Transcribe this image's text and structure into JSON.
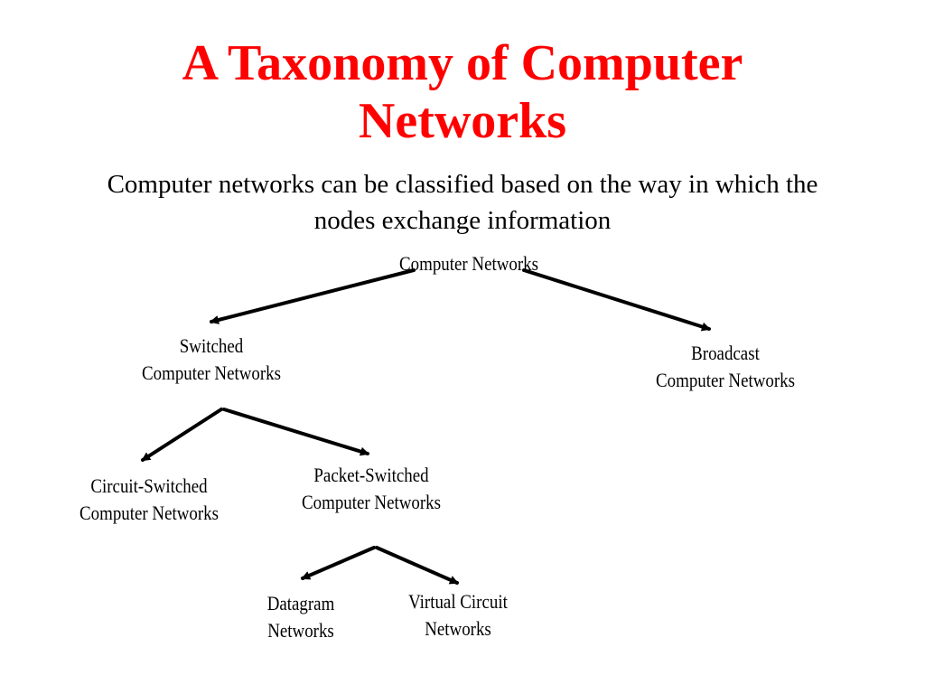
{
  "slide": {
    "title_lines": [
      "A Taxonomy of Computer",
      "Networks"
    ],
    "subtitle_lines": [
      "Computer networks can be classified based on the way in which the",
      "nodes exchange information"
    ],
    "title_color": "#ff0000",
    "text_color": "#000000",
    "background_color": "#ffffff"
  },
  "tree": {
    "root": {
      "lines": [
        "Computer Networks"
      ]
    },
    "switched": {
      "lines": [
        "Switched",
        "Computer Networks"
      ]
    },
    "broadcast": {
      "lines": [
        "Broadcast",
        "Computer Networks"
      ]
    },
    "circuit_switched": {
      "lines": [
        "Circuit-Switched",
        "Computer Networks"
      ]
    },
    "packet_switched": {
      "lines": [
        "Packet-Switched",
        "Computer Networks"
      ]
    },
    "datagram": {
      "lines": [
        "Datagram",
        "Networks"
      ]
    },
    "virtual_circuit": {
      "lines": [
        "Virtual Circuit",
        "Networks"
      ]
    }
  }
}
